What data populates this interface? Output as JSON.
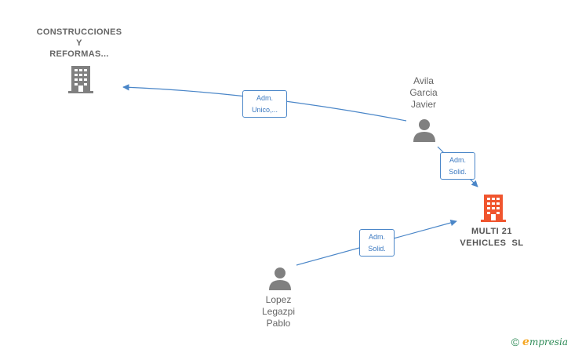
{
  "colors": {
    "edge": "#4a86c8",
    "company_main": "#f0552e",
    "company_other": "#808080",
    "person": "#808080"
  },
  "nodes": {
    "construcciones": {
      "lines": [
        "CONSTRUCCIONES",
        "Y",
        "REFORMAS..."
      ],
      "icon": "building-icon"
    },
    "avila": {
      "lines": [
        "Avila",
        "Garcia",
        "Javier"
      ],
      "icon": "person-icon"
    },
    "multi21": {
      "lines": [
        "MULTI 21",
        "VEHICLES  SL"
      ],
      "icon": "building-icon"
    },
    "lopez": {
      "lines": [
        "Lopez",
        "Legazpi",
        "Pablo"
      ],
      "icon": "person-icon"
    }
  },
  "edges": {
    "avila_construcciones": {
      "lines": [
        "Adm.",
        "Unico,..."
      ]
    },
    "avila_multi21": {
      "lines": [
        "Adm.",
        "Solid."
      ]
    },
    "lopez_multi21": {
      "lines": [
        "Adm.",
        "Solid."
      ]
    }
  },
  "footer": {
    "copyright": "©",
    "brand_initial": "e",
    "brand_rest": "mpresia"
  }
}
